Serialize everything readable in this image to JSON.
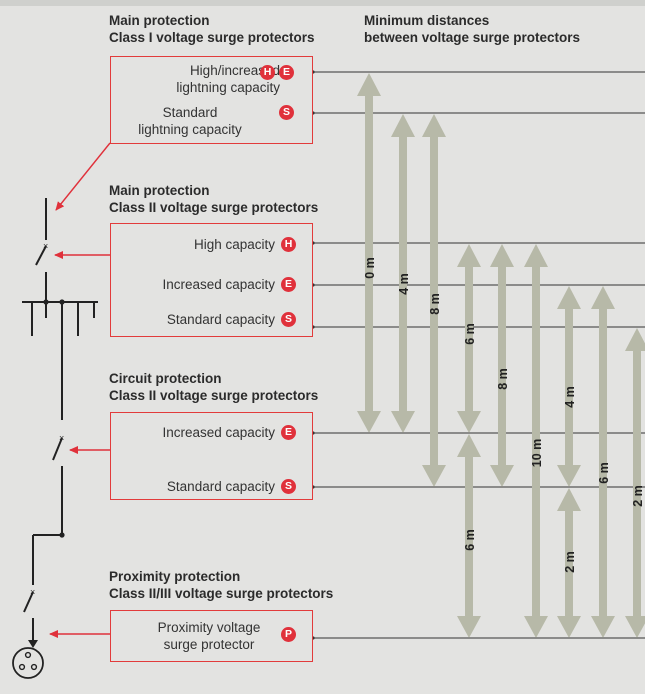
{
  "headings": {
    "main1_line1": "Main protection",
    "main1_line2": "Class I voltage surge protectors",
    "distances_line1": "Minimum distances",
    "distances_line2": "between voltage surge protectors",
    "main2_line1": "Main protection",
    "main2_line2": "Class II voltage surge protectors",
    "circuit_line1": "Circuit protection",
    "circuit_line2": "Class II voltage surge protectors",
    "proximity_line1": "Proximity protection",
    "proximity_line2": "Class II/III voltage surge protectors"
  },
  "box1": {
    "item1_line1": "High/increased",
    "item1_line2": "lightning capacity",
    "item2_line1": "Standard",
    "item2_line2": "lightning capacity",
    "badge_h": "H",
    "badge_e": "E",
    "badge_s": "S"
  },
  "box2": {
    "item1": "High capacity",
    "item2": "Increased capacity",
    "item3": "Standard capacity",
    "badge_h": "H",
    "badge_e": "E",
    "badge_s": "S"
  },
  "box3": {
    "item1": "Increased capacity",
    "item2": "Standard capacity",
    "badge_e": "E",
    "badge_s": "S"
  },
  "box4": {
    "item1_line1": "Proximity voltage",
    "item1_line2": "surge protector",
    "badge_p": "P"
  },
  "distances": [
    "0 m",
    "4 m",
    "8 m",
    "6 m",
    "8 m",
    "10 m",
    "4 m",
    "6 m",
    "2 m",
    "6 m",
    "2 m"
  ],
  "colors": {
    "background": "#e3e3e1",
    "accent_red": "#e0313b",
    "arrow_gray": "#b7b9a8",
    "line": "#333333"
  }
}
